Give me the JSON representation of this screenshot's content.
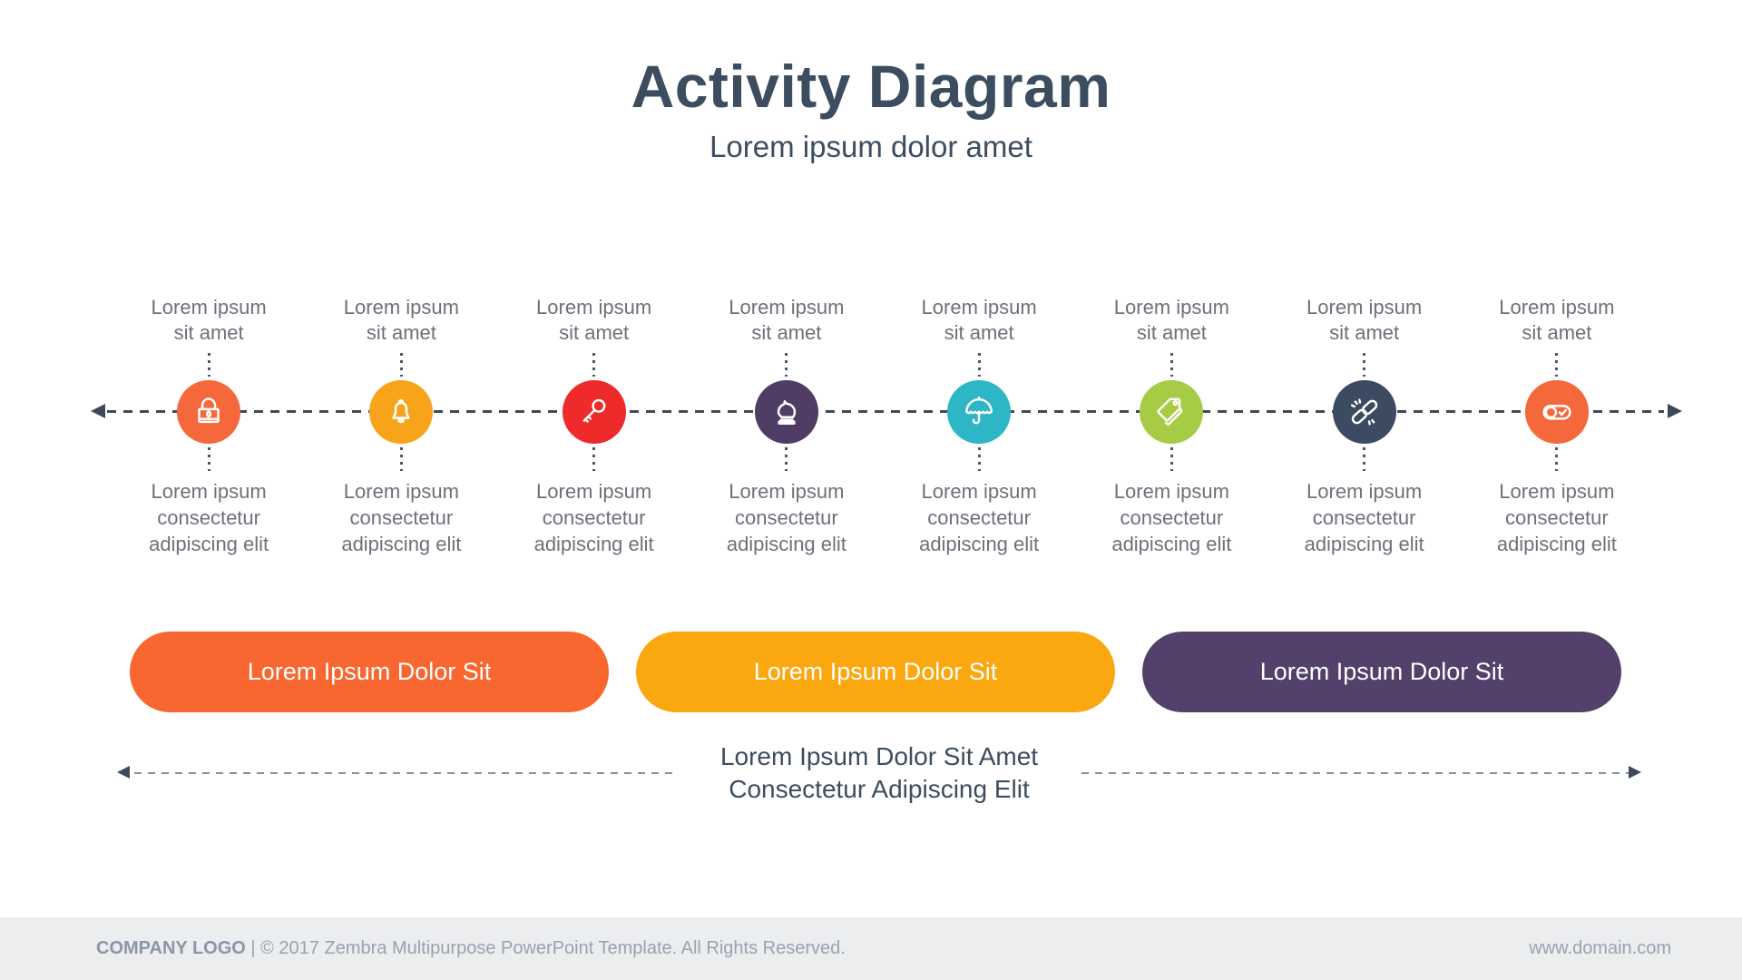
{
  "slide": {
    "title": "Activity Diagram",
    "subtitle": "Lorem ipsum dolor amet"
  },
  "timeline": {
    "axis_color": "#3E4A5B",
    "items": [
      {
        "icon": "lock-icon",
        "color": "#F5683B",
        "top_label": "Lorem ipsum sit amet",
        "bottom_label": "Lorem ipsum consectetur adipiscing elit"
      },
      {
        "icon": "bell-icon",
        "color": "#F7A41A",
        "top_label": "Lorem ipsum sit amet",
        "bottom_label": "Lorem ipsum consectetur adipiscing elit"
      },
      {
        "icon": "key-icon",
        "color": "#EE2A2B",
        "top_label": "Lorem ipsum sit amet",
        "bottom_label": "Lorem ipsum consectetur adipiscing elit"
      },
      {
        "icon": "chess-knight-icon",
        "color": "#503D66",
        "top_label": "Lorem ipsum sit amet",
        "bottom_label": "Lorem ipsum consectetur adipiscing elit"
      },
      {
        "icon": "umbrella-icon",
        "color": "#2DB6C5",
        "top_label": "Lorem ipsum sit amet",
        "bottom_label": "Lorem ipsum consectetur adipiscing elit"
      },
      {
        "icon": "tags-icon",
        "color": "#A6CB44",
        "top_label": "Lorem ipsum sit amet",
        "bottom_label": "Lorem ipsum consectetur adipiscing elit"
      },
      {
        "icon": "broken-link-icon",
        "color": "#3C4B61",
        "top_label": "Lorem ipsum sit amet",
        "bottom_label": "Lorem ipsum consectetur adipiscing elit"
      },
      {
        "icon": "toggle-icon",
        "color": "#F5683B",
        "top_label": "Lorem ipsum sit amet",
        "bottom_label": "Lorem ipsum consectetur adipiscing elit"
      }
    ]
  },
  "buttons": [
    {
      "label": "Lorem Ipsum Dolor Sit",
      "color": "#F7672F"
    },
    {
      "label": "Lorem Ipsum Dolor Sit",
      "color": "#FBA70F"
    },
    {
      "label": "Lorem Ipsum Dolor Sit",
      "color": "#53406B"
    }
  ],
  "bottom_range": {
    "label_line1": "Lorem Ipsum Dolor Sit Amet",
    "label_line2": "Consectetur Adipiscing Elit"
  },
  "footer": {
    "left_bold": "COMPANY LOGO",
    "left_rest": " | © 2017 Zembra Multipurpose PowerPoint Template. All Rights Reserved.",
    "right": "www.domain.com"
  }
}
